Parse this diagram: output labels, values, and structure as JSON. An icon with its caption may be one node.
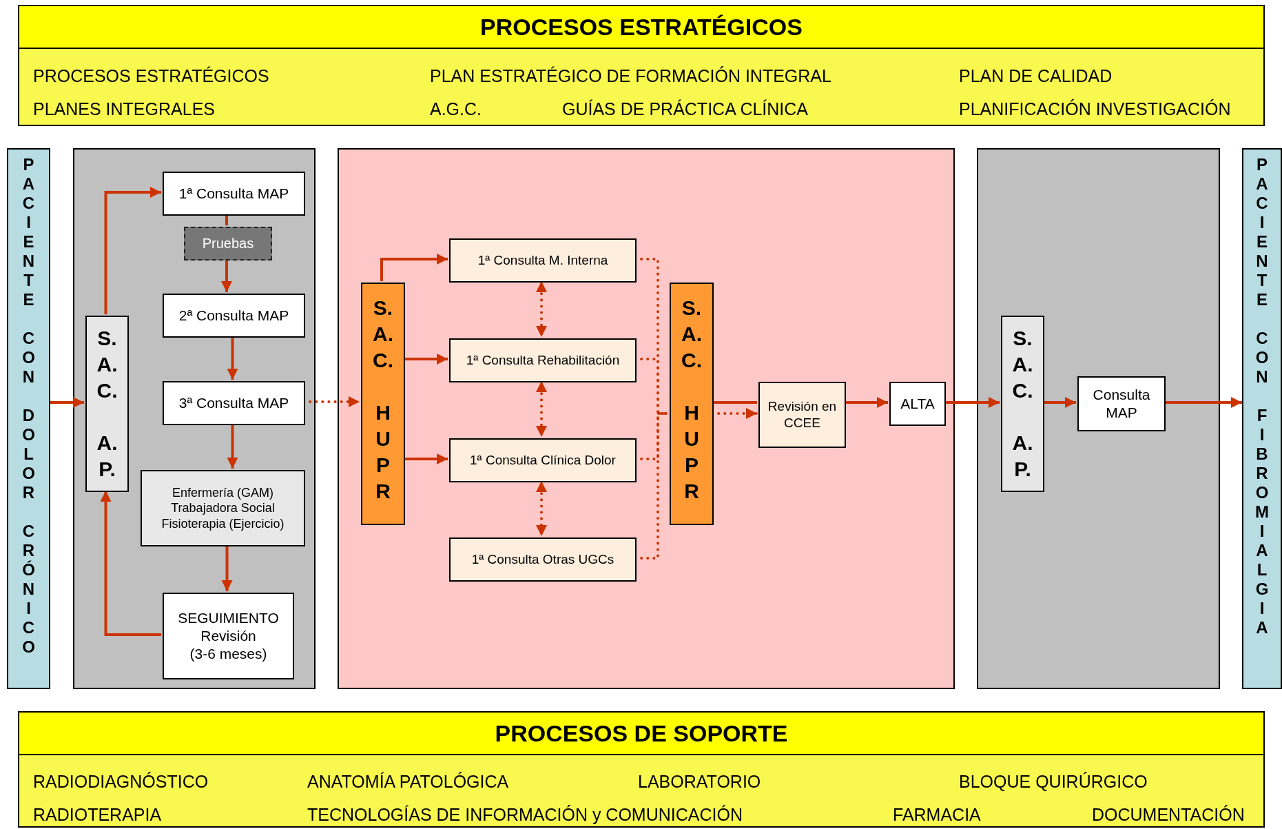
{
  "diagram": {
    "nodes": [
      {
        "text": [
          "PROCESOS ESTRATÉGICOS",
          "PROCESOS ESTRATÉGICOS",
          "PLAN ESTRATÉGICO DE FORMACIÓN INTEGRAL",
          "PLAN DE CALIDAD",
          "PLANES INTEGRALES",
          "A.G.C.",
          "GUÍAS DE PRÁCTICA CLÍNICA",
          "PLANIFICACIÓN INVESTIGACIÓN"
        ]
      },
      {
        "text": [
          "PACIENTE CON DOLOR CRÓNICO"
        ]
      },
      {
        "text": [],
        "shape": "box"
      },
      {
        "text": [
          "S.A.C. A.P."
        ],
        "in": 2
      },
      {
        "text": [
          "1ª Consulta MAP"
        ],
        "in": 2
      },
      {
        "text": [
          "Pruebas"
        ],
        "in": 2
      },
      {
        "text": [
          "2ª Consulta MAP"
        ],
        "in": 2
      },
      {
        "text": [
          "3ª Consulta MAP"
        ],
        "in": 2
      },
      {
        "text": [
          "Enfermería (GAM)",
          "Trabajadora Social",
          "Fisioterapia (Ejercicio)"
        ],
        "in": 2
      },
      {
        "text": [
          "SEGUIMIENTO",
          "Revisión",
          "(3-6 meses)"
        ],
        "in": 2
      },
      {
        "text": [],
        "shape": "box"
      },
      {
        "text": [
          "S.A.C. HUPR"
        ],
        "in": 10
      },
      {
        "text": [
          "1ª Consulta M. Interna"
        ],
        "in": 10
      },
      {
        "text": [
          "1ª Consulta Rehabilitación"
        ],
        "in": 10
      },
      {
        "text": [
          "1ª Consulta Clínica Dolor"
        ],
        "in": 10
      },
      {
        "text": [
          "1ª Consulta Otras UGCs"
        ],
        "in": 10
      },
      {
        "text": [
          "S.A.C. HUPR"
        ],
        "in": 10
      },
      {
        "text": [
          "Revisión en CCEE"
        ],
        "in": 10
      },
      {
        "text": [
          "ALTA"
        ],
        "in": 10
      },
      {
        "text": [],
        "shape": "box"
      },
      {
        "text": [
          "S.A.C. A.P."
        ],
        "in": 19
      },
      {
        "text": [
          "Consulta MAP"
        ],
        "in": 19
      },
      {
        "text": [
          "PACIENTE CON FIBROMIALGIA"
        ]
      },
      {
        "text": [
          "PROCESOS DE SOPORTE",
          "RADIODIAGNÓSTICO",
          "ANATOMÍA PATOLÓGICA",
          "LABORATORIO",
          "BLOQUE QUIRÚRGICO",
          "RADIOTERAPIA",
          "TECNOLOGÍAS DE INFORMACIÓN y COMUNICACIÓN",
          "FARMACIA",
          "DOCUMENTACIÓN"
        ]
      }
    ],
    "edges": [
      {
        "from": 1,
        "to": 3,
        "arrow": "to"
      },
      {
        "from": 3,
        "to": 4,
        "arrow": "to"
      },
      {
        "from": 4,
        "to": 5,
        "arrow": "none"
      },
      {
        "from": 5,
        "to": 6,
        "arrow": "to"
      },
      {
        "from": 6,
        "to": 7,
        "arrow": "to"
      },
      {
        "from": 7,
        "to": 8,
        "arrow": "to"
      },
      {
        "from": 8,
        "to": 9,
        "arrow": "to"
      },
      {
        "from": 9,
        "to": 3,
        "arrow": "to"
      },
      {
        "from": 7,
        "to": 11,
        "arrow": "to",
        "style": "dashed"
      },
      {
        "from": 11,
        "to": 12,
        "arrow": "to"
      },
      {
        "from": 11,
        "to": 13,
        "arrow": "to"
      },
      {
        "from": 11,
        "to": 14,
        "arrow": "to"
      },
      {
        "from": 12,
        "to": 13,
        "arrow": "both",
        "style": "dashed"
      },
      {
        "from": 13,
        "to": 14,
        "arrow": "both",
        "style": "dashed"
      },
      {
        "from": 14,
        "to": 15,
        "arrow": "both",
        "style": "dashed"
      },
      {
        "from": 12,
        "to": 16,
        "arrow": "none",
        "style": "dashed"
      },
      {
        "from": 13,
        "to": 16,
        "arrow": "none",
        "style": "dashed"
      },
      {
        "from": 14,
        "to": 16,
        "arrow": "none",
        "style": "dashed"
      },
      {
        "from": 15,
        "to": 16,
        "arrow": "none",
        "style": "dashed"
      },
      {
        "from": 16,
        "to": 17,
        "arrow": "none"
      },
      {
        "from": 16,
        "to": 17,
        "arrow": "to",
        "style": "dashed"
      },
      {
        "from": 17,
        "to": 18,
        "arrow": "to"
      },
      {
        "from": 18,
        "to": 20,
        "arrow": "to"
      },
      {
        "from": 20,
        "to": 21,
        "arrow": "to"
      },
      {
        "from": 21,
        "to": 22,
        "arrow": "to"
      }
    ]
  }
}
